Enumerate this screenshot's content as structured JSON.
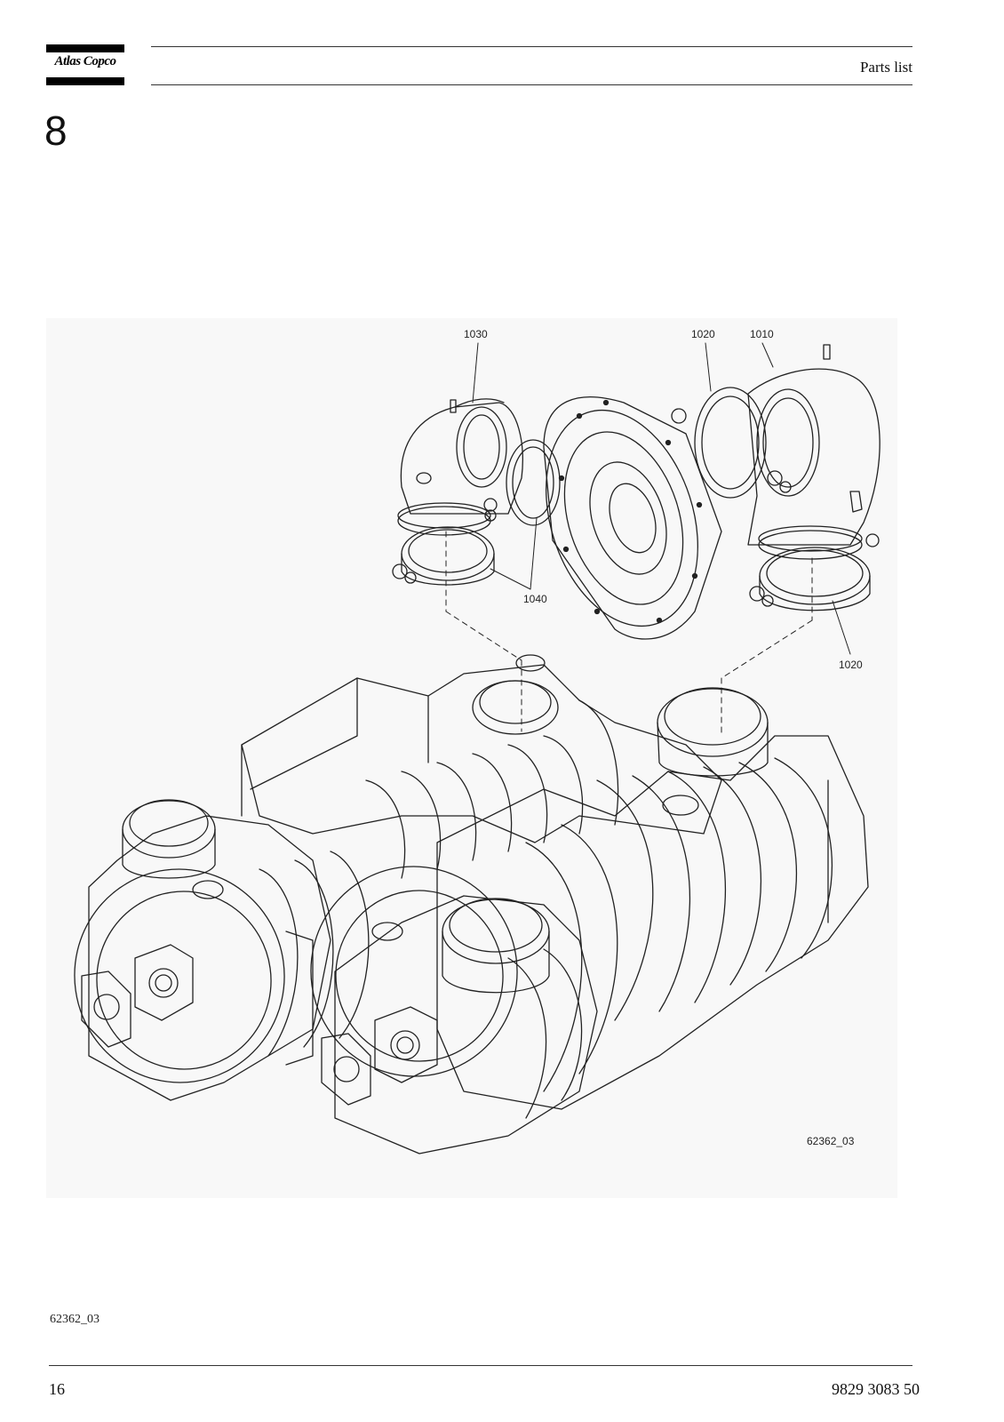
{
  "header": {
    "brand": "Atlas Copco",
    "section_title": "Parts list"
  },
  "chapter_number": "8",
  "figure": {
    "callouts": {
      "c1030": "1030",
      "c1020_top": "1020",
      "c1010": "1010",
      "c1040": "1040",
      "c1020_right": "1020"
    },
    "drawing_id": "62362_03"
  },
  "figure_caption": "62362_03",
  "footer": {
    "page_number": "16",
    "document_number": "9829 3083 50"
  }
}
